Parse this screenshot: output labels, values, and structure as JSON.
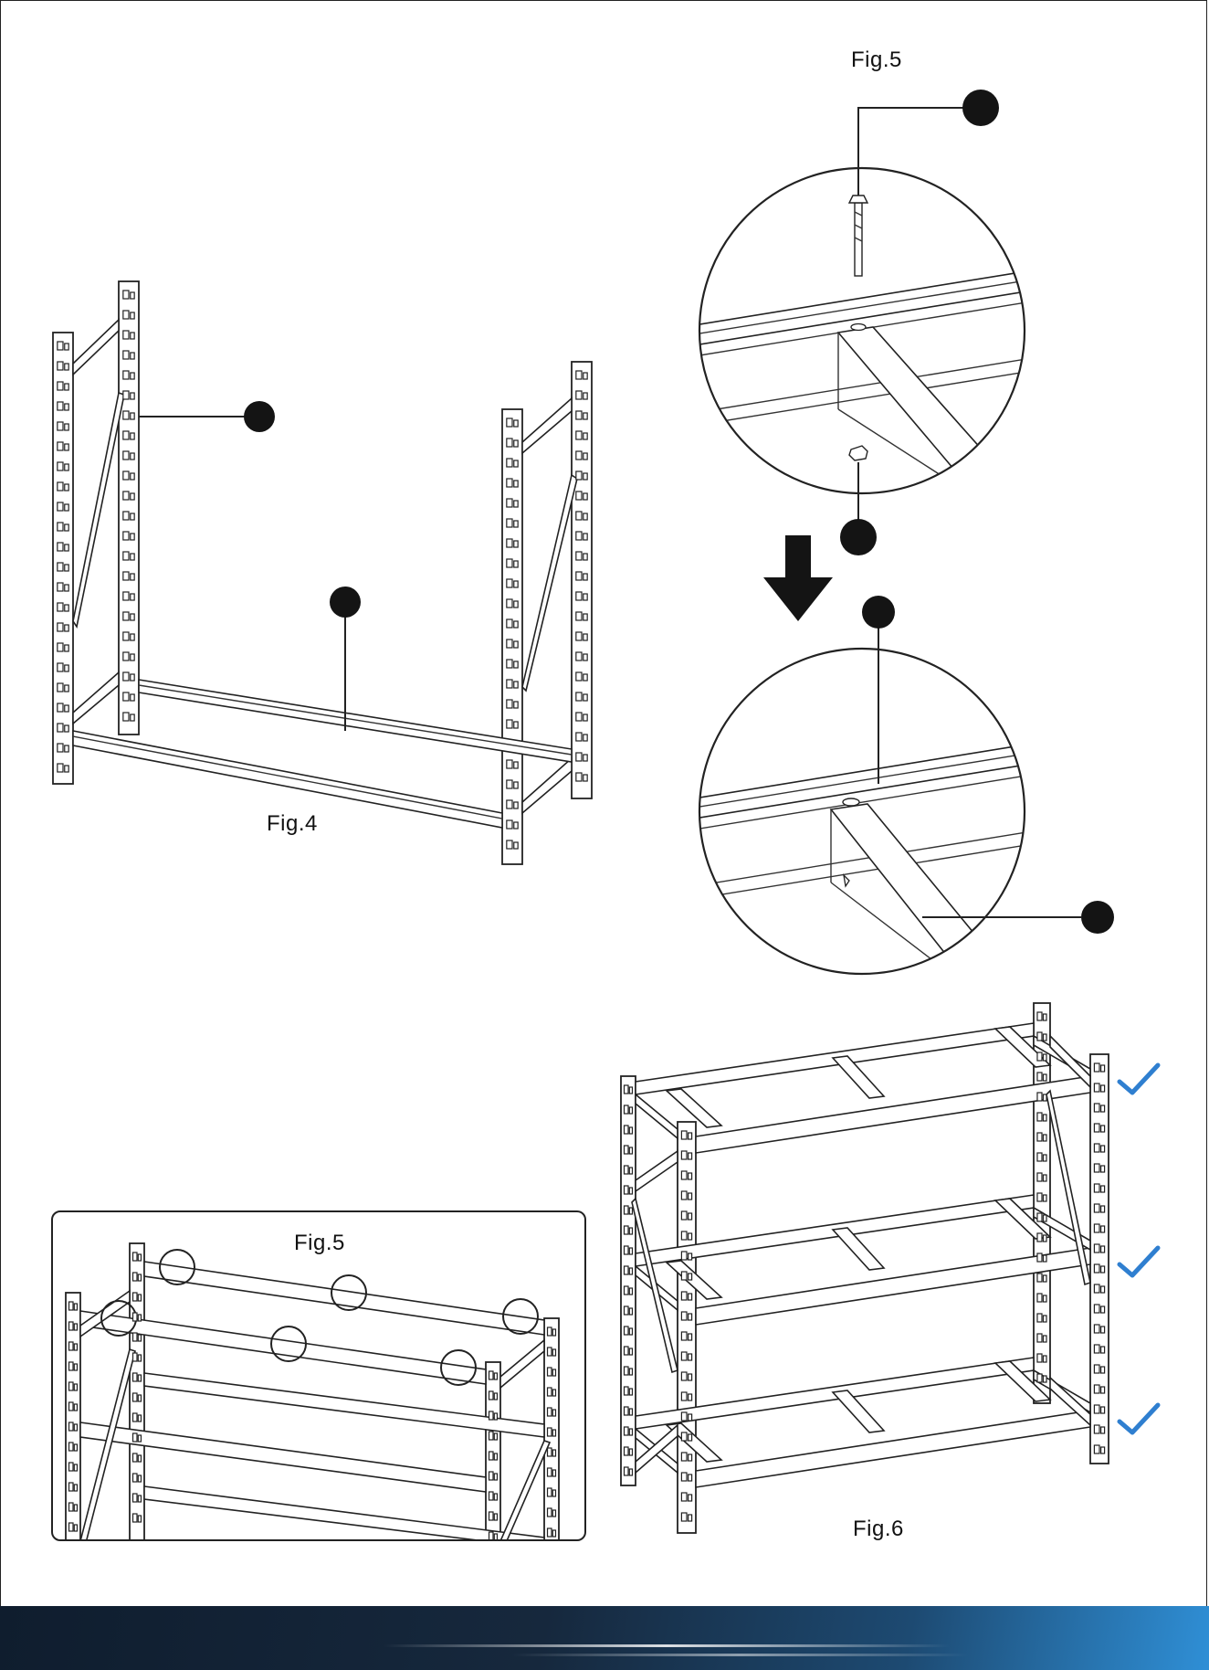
{
  "figures": {
    "fig4_label": "Fig.4",
    "fig5_top_label": "Fig.5",
    "fig5_inset_label": "Fig.5",
    "fig6_label": "Fig.6"
  },
  "icons": {
    "arrow": "down-arrow-icon",
    "check": "check-icon",
    "callout": "callout-dot-icon"
  },
  "colors": {
    "line": "#222222",
    "callout": "#141414",
    "check": "#2f7fd0",
    "footer_dark": "#0f1d2e",
    "footer_light": "#2f8fd6"
  }
}
